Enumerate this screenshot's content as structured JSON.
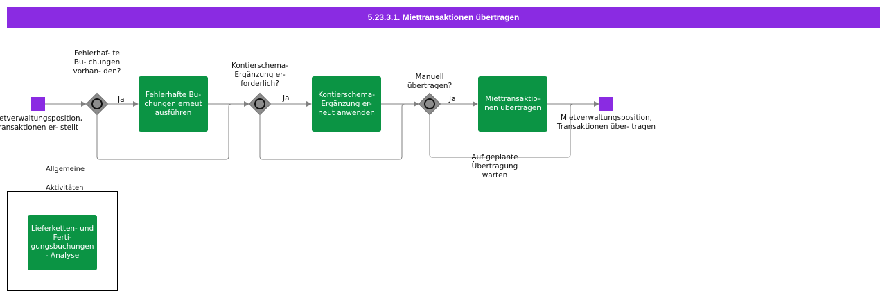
{
  "header": {
    "title": "5.23.3.1. Miettransaktionen übertragen"
  },
  "events": {
    "start_label": "Mietverwaltungsposition, Transaktionen er- stellt",
    "end_label": "Mietverwaltungsposition, Transaktionen über- tragen"
  },
  "gateways": {
    "g1_question": "Fehlerhaf- te Bu- chungen vorhan- den?",
    "g2_question": "Kontierschema- Ergänzung er- forderlich?",
    "g3_question": "Manuell übertragen?"
  },
  "flows": {
    "yes_1": "Ja",
    "yes_2": "Ja",
    "yes_3": "Ja",
    "wait_label": "Auf geplante Übertragung warten"
  },
  "tasks": {
    "task1": "Fehlerhafte Bu- chungen erneut ausführen",
    "task2": "Kontierschema- Ergänzung er- neut anwenden",
    "task3": "Miettransaktio- nen übertragen",
    "task4": "Lieferketten- und Ferti- gungsbuchungen - Analyse"
  },
  "group": {
    "title_1": "Allgemeine",
    "title_2": "Aktivitäten"
  },
  "colors": {
    "header": "#8a2be2",
    "event": "#8a2be2",
    "task": "#0b9444",
    "connector": "#808080",
    "gateway": "#8c8c8c"
  }
}
